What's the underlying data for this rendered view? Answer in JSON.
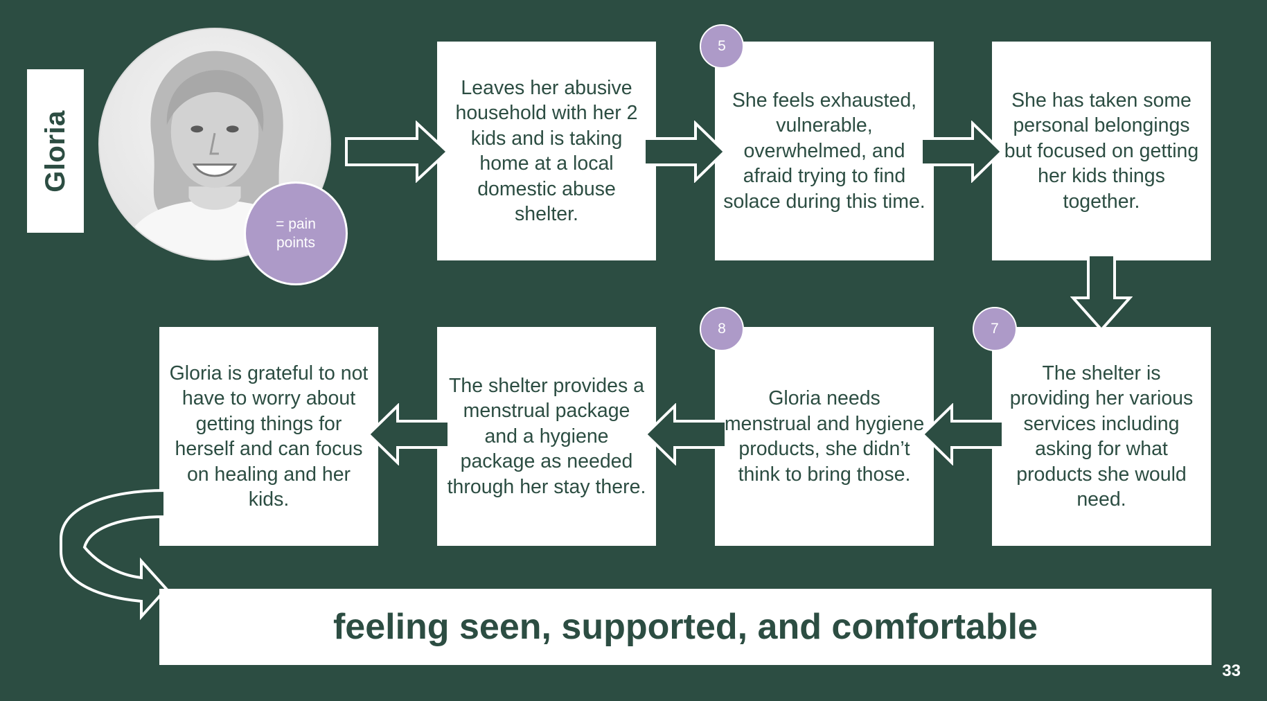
{
  "persona": {
    "name": "Gloria",
    "legend_line1": "= pain",
    "legend_line2": "points"
  },
  "steps": [
    {
      "text": "Leaves her abusive household with her 2 kids and is taking home at a local domestic abuse shelter.",
      "badge": ""
    },
    {
      "text": "She feels exhausted, vulnerable, overwhelmed, and afraid trying to find solace during this time.",
      "badge": "5"
    },
    {
      "text": "She has taken some personal belongings but focused on getting her kids things together.",
      "badge": ""
    },
    {
      "text": "The shelter is providing her various services including asking for what products she would need.",
      "badge": "7"
    },
    {
      "text": "Gloria needs menstrual and hygiene products, she didn’t think to bring those.",
      "badge": "8"
    },
    {
      "text": "The shelter provides a menstrual package and a hygiene package as needed through her stay there.",
      "badge": ""
    },
    {
      "text": "Gloria is grateful to not have to worry about getting things for herself and can focus on healing and her kids.",
      "badge": ""
    }
  ],
  "outcome": "feeling seen, supported, and comfortable",
  "page_number": "33",
  "colors": {
    "background": "#2c4d42",
    "card": "#ffffff",
    "pain_point": "#ad9ac8"
  }
}
